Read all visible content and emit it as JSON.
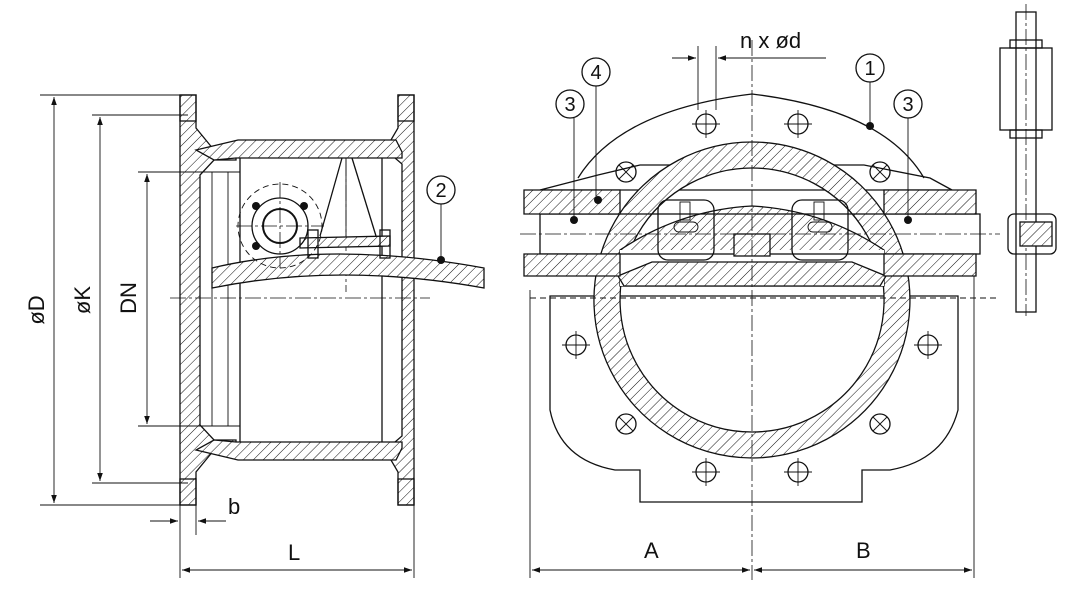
{
  "dimensions": {
    "outer_diameter": "øD",
    "bolt_circle": "øK",
    "nominal_diameter": "DN",
    "flange_thickness": "b",
    "face_to_face": "L",
    "bolt_holes": "n x ød",
    "left_width": "A",
    "right_width": "B"
  },
  "callouts": {
    "item_1": "1",
    "item_2": "2",
    "item_3": "3",
    "item_4": "4"
  },
  "colors": {
    "line": "#111111",
    "background": "#ffffff"
  }
}
